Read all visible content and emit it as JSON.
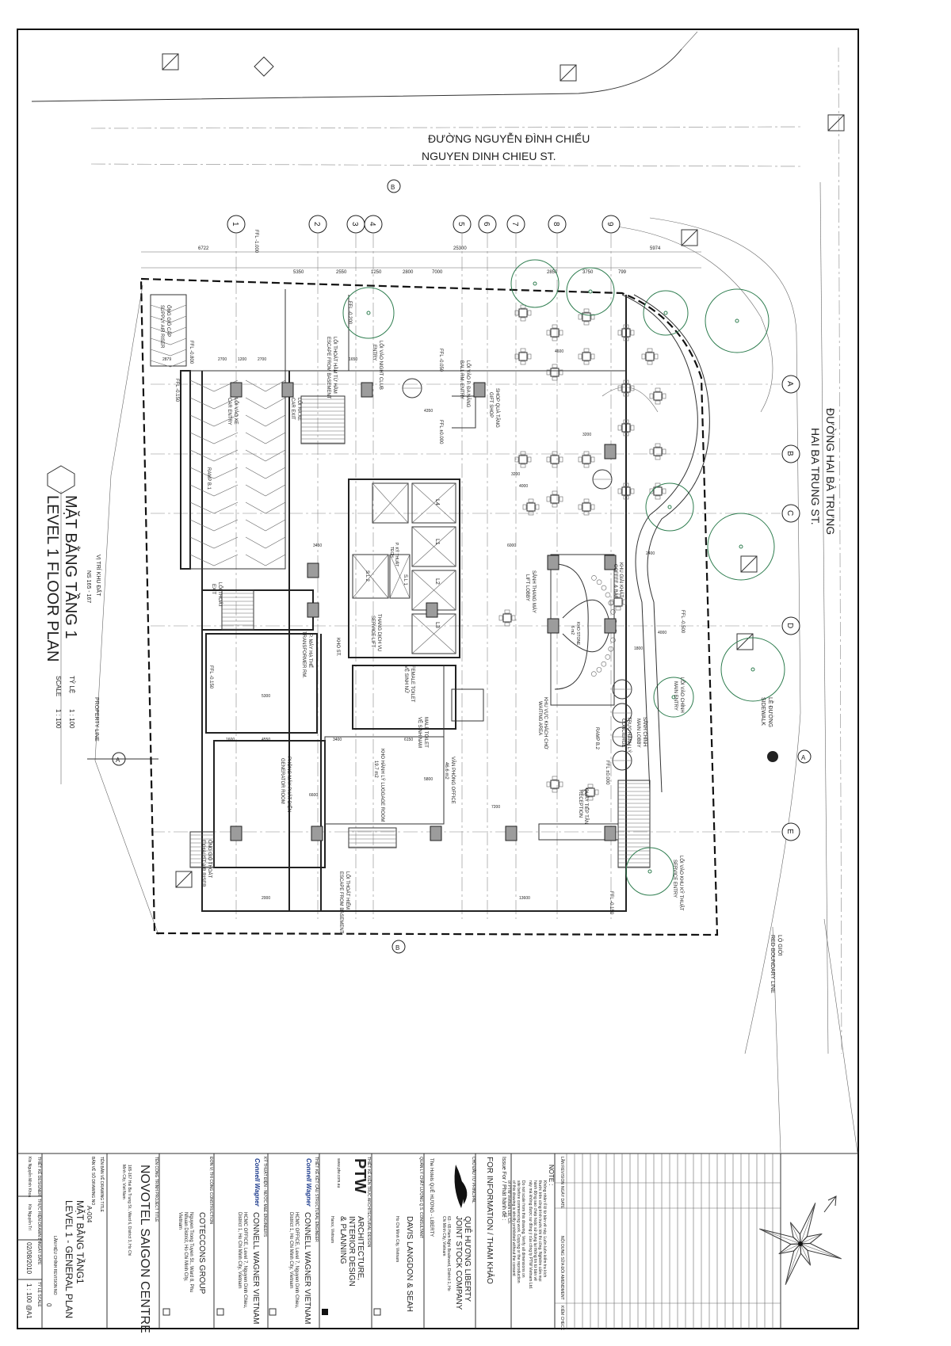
{
  "streets": {
    "top_vn": "ĐƯỜNG NGUYỄN ĐÌNH CHIỂU",
    "top_en": "NGUYEN DINH CHIEU ST.",
    "right_vn": "ĐƯỜNG HAI BÀ TRƯNG",
    "right_en": "HAI BA TRUNG ST."
  },
  "plan_title": {
    "vn": "MẶT BẰNG TẦNG 1",
    "en": "LEVEL 1 FLOOR PLAN",
    "scale_vn": "TỶ LỆ",
    "scale_en": "SCALE",
    "scale_value": "1 : 100",
    "site_vn": "VỊ TRÍ KHU ĐẤT",
    "site_no": "NS 165 - 167",
    "property_line": "PROPERTY LINE",
    "sidewalk_vn": "LỀ ĐƯỜNG",
    "sidewalk_en": "SIDEWALK",
    "boundary_vn": "LỘ GIỚI",
    "boundary_en": "RED BOUNDARY LINE"
  },
  "grid": {
    "columns": [
      "1",
      "2",
      "3",
      "4",
      "5",
      "6",
      "7",
      "8",
      "9"
    ],
    "rows": [
      "A",
      "B",
      "C",
      "D",
      "E"
    ],
    "sections": [
      "A",
      "B"
    ]
  },
  "dimensions": {
    "overall": [
      "6722",
      "25300",
      "5974"
    ],
    "bays": [
      "5350",
      "2550",
      "1250",
      "2800",
      "7000",
      "2850",
      "3750",
      "799"
    ],
    "misc": [
      "2879",
      "2700",
      "1200",
      "2700",
      "1650",
      "4350",
      "3200",
      "4600",
      "3200",
      "6000",
      "2400",
      "1800",
      "4000",
      "4550",
      "1600",
      "3400",
      "6150",
      "5800",
      "7200",
      "6600",
      "13600",
      "2000",
      "5300",
      "4000",
      "3450"
    ]
  },
  "levels": [
    "FFL -1.000",
    "FFL -0.800",
    "FFL -0.150",
    "FFL -0.200",
    "FFL -0.050",
    "FFL ±0.000",
    "FFL ±0.000",
    "FFL -0.150",
    "FFL -0.500",
    "FFL -0.150"
  ],
  "rooms": [
    {
      "vn": "SẢNH THANG MÁY",
      "en": "LIFT LOBBY"
    },
    {
      "vn": "KHU GIẢI KHÁT",
      "en": "COFFEE & BAR"
    },
    {
      "vn": "KHO STONE",
      "en": "6 m2"
    },
    {
      "vn": "TRỰC HÀNH LÝ",
      "en": "CONCIERGE"
    },
    {
      "vn": "RAMP B.2",
      "en": ""
    },
    {
      "vn": "SẢNH CHÍNH",
      "en": "MAIN LOBBY"
    },
    {
      "vn": "KHU VỰC KHÁCH CHỜ",
      "en": "WAITING AREA"
    },
    {
      "vn": "QUẦY TIẾP TÂN",
      "en": "RECEPTION"
    },
    {
      "vn": "VĂN PHÒNG OFFICE",
      "en": "46.6 m2"
    },
    {
      "vn": "KHO HÀNH LÝ LUGGAGE ROOM",
      "en": "19.7 m2"
    },
    {
      "vn": "PHÒNG MÁY PHÁT ĐIỆN",
      "en": "GENERATOR ROOM"
    },
    {
      "vn": "P. MÁY HẠ THẾ",
      "en": "TRANSFORMER RM."
    },
    {
      "vn": "MALE TOILET",
      "en": "VỆ SINH NAM"
    },
    {
      "vn": "FEMALE TOILET",
      "en": "VỆ SINH NỮ"
    },
    {
      "vn": "THANG DỊCH VỤ",
      "en": "SERVICE LIFT"
    },
    {
      "vn": "LỐI THOÁT",
      "en": "EXIT"
    },
    {
      "vn": "LỐI VÀO XE",
      "en": "CAR ENTRY"
    },
    {
      "vn": "LỐI RA XE",
      "en": "CAR EXIT"
    },
    {
      "vn": "LỐI VÀO NIGHT CLUB",
      "en": "ENTRY"
    },
    {
      "vn": "LỐI THOÁT HẦM TỪ HẦM",
      "en": "ESCAPE FROM BASEMENT"
    },
    {
      "vn": "LỐI VÀO P. ĐA NĂNG",
      "en": "BALL RM. ENTRY"
    },
    {
      "vn": "ỐNG GIÓ CẤP",
      "en": "SUPPLY AIR RISER"
    },
    {
      "vn": "SHOP QUÀ TẶNG",
      "en": "GIFT SHOP"
    },
    {
      "vn": "LỐI VÀO KHU KỸ THUẬT",
      "en": "SERVICE ENTRY"
    },
    {
      "vn": "LỐI VÀO CHÍNH",
      "en": "MAIN ENTRY"
    },
    {
      "vn": "ỐNG GIÓ THOÁT",
      "en": "EXHAUST AIR RISER"
    },
    {
      "vn": "LỐI THOÁT HIỂM",
      "en": "ESCAPE FROM BASEMENT"
    },
    {
      "vn": "RAMP B.1",
      "en": ""
    },
    {
      "vn": "P. KỸ THUẬT",
      "en": "TECH"
    },
    {
      "vn": "KHO ST.",
      "en": ""
    }
  ],
  "lifts": [
    "L1",
    "L2",
    "L3",
    "L4",
    "S.L 1",
    "S.L 2"
  ],
  "title_block": {
    "revision": {
      "rev": "LẦN REVISION",
      "date": "NGÀY DATE",
      "amend": "NỘI DUNG SỬA ĐỔI AMENDMENT",
      "check": "KIỂM CHECK"
    },
    "note_label": "NOTE :",
    "note_vn": "Không nhân tỉ lệ từ bản vẽ này. Luôn luôn kiểm tra kích thước trên công trình trước khi thi công. Nghiêm cấm mọi hành động sao chép hoặc sử dụng lại thông tin từ bản vẽ này mà không được sự đồng ý của công ty PTW Vietnam Ltd.",
    "note_en": "Do not scale from this drawing. Verify all dimensions on site before commencing work. Copying or the reproduction of this drawing is strictly prohibited without the consent of PTW Vietnam Ltd. Co.",
    "issue_label": "Issue For / Phát hành để :",
    "issue_value": "FOR INFORMATION / THAM KHẢO",
    "principal": {
      "label": "CHỦ ĐẦU TƯ PRINCIPAL",
      "logo": "The Hotels QUÊ HƯƠNG - LIBERTY",
      "name1": "QUÊ HƯƠNG LIBERTY",
      "name2": "JOINT STOCK COMPANY",
      "addr": "63 - 65 Ham Nghi Boulevard, District 1, Ho Chi Minh City, Vietnam"
    },
    "qs": {
      "label": "QUẢN LÝ CHẤT LƯỢNG Q.S. CONSULTANT",
      "name": "DAVIS LANGDON & SEAH",
      "addr": "Ho Chi Minh City, Vietnam"
    },
    "architect": {
      "label": "THIẾT KẾ KIẾN TRÚC ARCHITECTURAL DESIGN",
      "logo": "PTW",
      "web": "www.ptw.com.au",
      "name1": "ARCHITECTURE,",
      "name2": "INTERIOR DESIGN",
      "name3": "& PLANNING",
      "addr": "Hanoi, Vietnam"
    },
    "structural": {
      "label": "THIẾT KẾ KẾT CẤU STRUCTURAL ENGINEER",
      "logo": "Connell Wagner",
      "name": "CONNELL WAGNER VIETNAM",
      "addr": "HCMC OFFICE, Level 7, Nguyen Dinh Chieu, District 1, Ho Chi Minh City, Vietnam"
    },
    "mep": {
      "label": "KỸ THUẬT ĐIỆN - NƯỚC M&E ENGINEERS",
      "logo": "Connell Wagner",
      "name": "CONNELL WAGNER VIETNAM",
      "addr": "HCMC OFFICE, Level 7, Nguyen Dinh Chieu, District 1, Ho Chi Minh City, Vietnam"
    },
    "construction": {
      "label": "ĐƠN VỊ THI CÔNG CONSTRUCTION",
      "name": "COTECCONS GROUP",
      "addr": "Nguyen Trong Tuyen St., Ward 8, Phu Nhuan District, Ho Chi Minh City, Vietnam"
    },
    "project": {
      "label": "TÊN CÔNG TRÌNH PROJECT TITLE",
      "name": "NOVOTEL SAIGON CENTRE",
      "addr": "165-167 Hai Ba Trung St., Ward 6, District 3, Ho Chi Minh City, Viet Nam"
    },
    "drawing": {
      "label": "TÊN BẢN VẼ DRAWING TITLE",
      "no_label": "BẢN VẼ SỐ DRAWING NO",
      "no": "A-004",
      "title_vn": "MẶT BẰNG TẦNG1",
      "title_en": "LEVEL 1 - GENERAL PLAN",
      "rev_label": "LẦN HIỆU CHỈNH REVISION NO",
      "rev": "0"
    },
    "sign": [
      {
        "label": "THIẾT KẾ DESIGNER",
        "value": "Kts Nguyễn Minh Khoa"
      },
      {
        "label": "THỰC HIỆN DRAWN BY",
        "value": "Kts Nguyễn Trí"
      },
      {
        "label": "NGÀY DATE",
        "value": "02/08/2010"
      },
      {
        "label": "TỶ LỆ SCALE",
        "value": "1 : 100 @A1"
      }
    ]
  },
  "colors": {
    "tree": "#2e7d4f",
    "column": "#9c9c9c",
    "connell_blue": "#1b3a8c"
  }
}
